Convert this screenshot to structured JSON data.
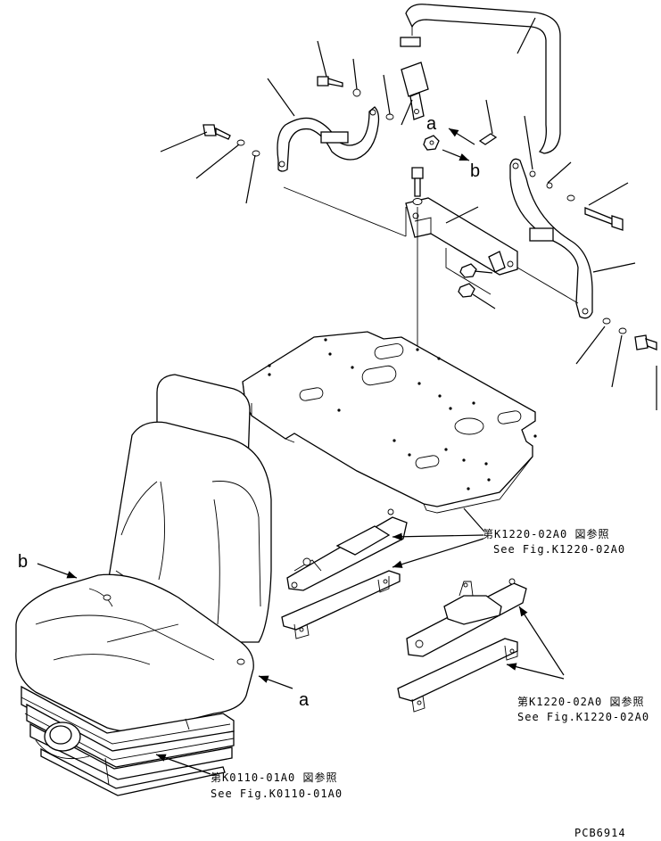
{
  "labels": {
    "a_top": "a",
    "b_top": "b",
    "b_seat": "b",
    "a_seat": "a"
  },
  "references": {
    "rail_upper": {
      "jp": "第K1220-02A0 図参照",
      "en": "See Fig.K1220-02A0"
    },
    "rail_lower": {
      "jp": "第K1220-02A0 図参照",
      "en": "See Fig.K1220-02A0"
    },
    "seat": {
      "jp": "第K0110-01A0 図参照",
      "en": "See Fig.K0110-01A0"
    }
  },
  "drawing_code": "PCB6914"
}
